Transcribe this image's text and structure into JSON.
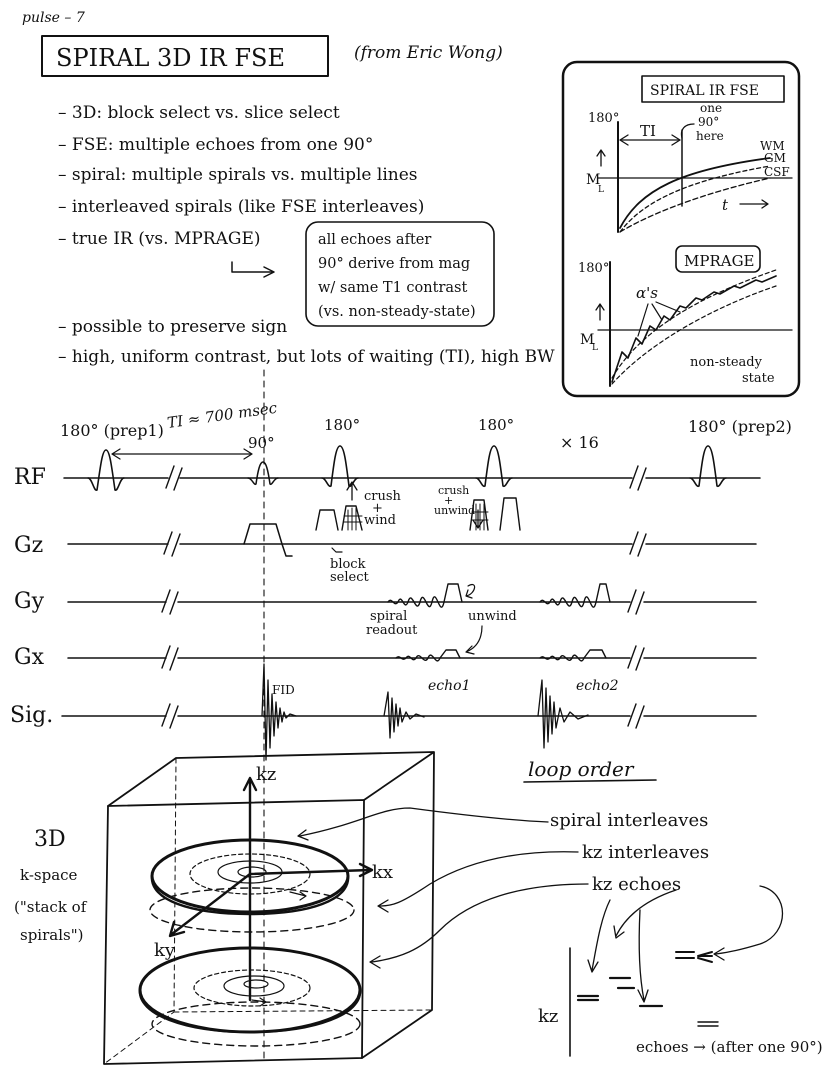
{
  "header": {
    "page_label": "pulse – 7",
    "title": "SPIRAL 3D IR FSE",
    "attribution": "(from Eric Wong)"
  },
  "notes": [
    "– 3D: block select vs. slice select",
    "– FSE: multiple echoes from one 90°",
    "– spiral: multiple spirals vs. multiple lines",
    "– interleaved spirals (like FSE interleaves)",
    "– true IR (vs. MPRAGE)",
    "– possible to preserve sign",
    "– high, uniform contrast, but lots of waiting (TI), high BW"
  ],
  "callout_lines": [
    "all echoes after",
    "90° derive from mag",
    "w/ same T1 contrast",
    "(vs. non-steady-state)"
  ],
  "inset_spiral": {
    "title": "SPIRAL IR FSE",
    "pulse_180": "180°",
    "ti": "TI",
    "note_lines": [
      "one",
      "90°",
      "here"
    ],
    "axis_m": "M",
    "axis_m_sub": "L",
    "axis_t": "t",
    "curves": [
      "WM",
      "GM",
      "CSF"
    ]
  },
  "inset_mprage": {
    "title": "MPRAGE",
    "pulse_180": "180°",
    "alphas": "α's",
    "axis_m": "M",
    "axis_m_sub": "L",
    "state_lines": [
      "non-steady",
      "state"
    ]
  },
  "sequence": {
    "rows": [
      "RF",
      "Gz",
      "Gy",
      "Gx",
      "Sig."
    ],
    "prep1": "180° (prep1)",
    "ti_eq": "TI ≈ 700 msec",
    "p90": "90°",
    "p180a": "180°",
    "p180b": "180°",
    "repeat": "× 16",
    "prep2": "180° (prep2)",
    "crush_wind": [
      "crush",
      "+",
      "wind"
    ],
    "crush_unwind": [
      "crush",
      "+",
      "unwind"
    ],
    "block_select": [
      "block",
      "select"
    ],
    "spiral_readout": [
      "spiral",
      "readout"
    ],
    "unwind": "unwind",
    "fid": "FID",
    "echo1": "echo1",
    "echo2": "echo2"
  },
  "kspace": {
    "label_lines": [
      "3D",
      "k-space",
      "(\"stack of",
      "spirals\")"
    ],
    "kz": "kz",
    "kx": "kx",
    "ky": "ky"
  },
  "loop_order": {
    "title": "loop order",
    "items": [
      "spiral interleaves",
      "kz interleaves",
      "kz echoes"
    ],
    "axis": "kz",
    "echoes_note": "echoes → (after one 90°)"
  }
}
